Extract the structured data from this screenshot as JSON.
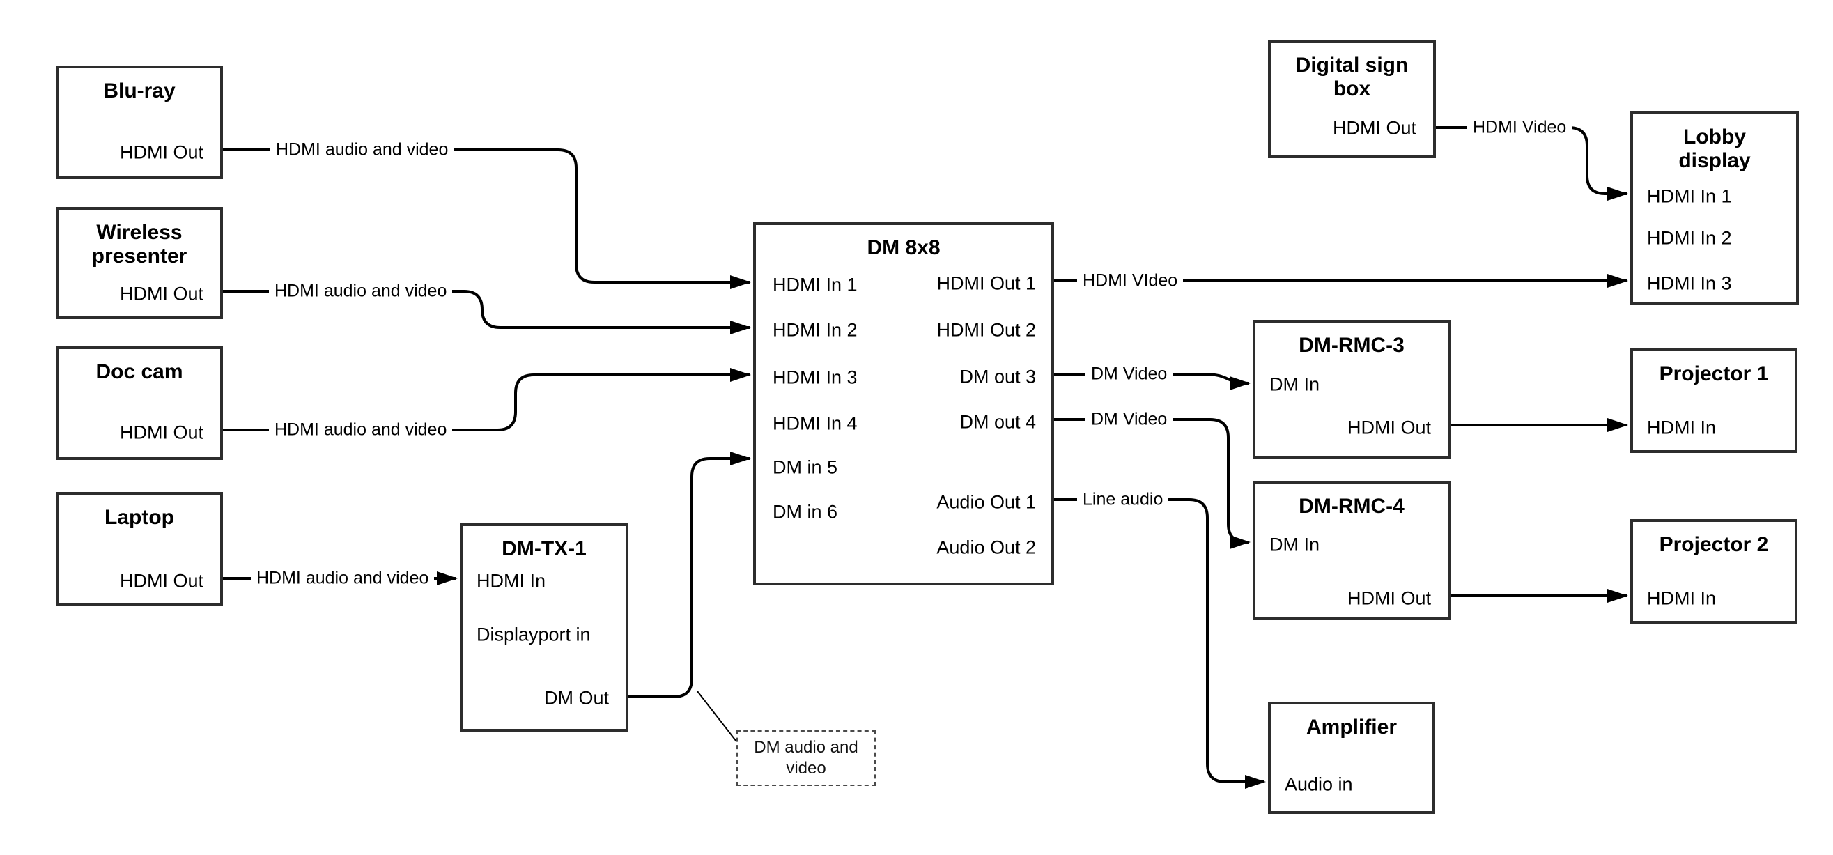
{
  "diagram": {
    "nodes": {
      "bluray": {
        "title": "Blu-ray",
        "port": "HDMI Out"
      },
      "wireless": {
        "title": "Wireless presenter",
        "port": "HDMI Out"
      },
      "doccam": {
        "title": "Doc cam",
        "port": "HDMI Out"
      },
      "laptop": {
        "title": "Laptop",
        "port": "HDMI Out"
      },
      "dmtx1": {
        "title": "DM-TX-1",
        "ports": [
          "HDMI In",
          "Displayport in",
          "DM Out"
        ]
      },
      "dm8x8": {
        "title": "DM 8x8",
        "left_ports": [
          "HDMI In 1",
          "HDMI In 2",
          "HDMI In 3",
          "HDMI In 4",
          "DM in 5",
          "DM in 6"
        ],
        "right_ports": [
          "HDMI Out 1",
          "HDMI Out 2",
          "DM out 3",
          "DM out 4",
          "Audio Out 1",
          "Audio Out 2"
        ]
      },
      "digital_sign": {
        "title": "Digital sign box",
        "port": "HDMI Out"
      },
      "lobby": {
        "title": "Lobby display",
        "ports": [
          "HDMI In 1",
          "HDMI In 2",
          "HDMI In 3"
        ]
      },
      "rmc3": {
        "title": "DM-RMC-3",
        "ports": [
          "DM In",
          "HDMI Out"
        ]
      },
      "proj1": {
        "title": "Projector 1",
        "port": "HDMI In"
      },
      "rmc4": {
        "title": "DM-RMC-4",
        "ports": [
          "DM In",
          "HDMI Out"
        ]
      },
      "proj2": {
        "title": "Projector 2",
        "port": "HDMI In"
      },
      "amplifier": {
        "title": "Amplifier",
        "port": "Audio in"
      }
    },
    "edge_labels": {
      "bluray_dm": "HDMI audio and video",
      "wireless_dm": "HDMI audio and video",
      "doccam_dm": "HDMI audio and video",
      "laptop_tx": "HDMI audio and video",
      "out1_lobby": "HDMI VIdeo",
      "sign_lobby": "HDMI Video",
      "out3_rmc3": "DM Video",
      "out4_rmc4": "DM Video",
      "audio1_amp": "Line audio",
      "tx_dm_callout": "DM audio and video"
    },
    "colors": {
      "line": "#000000",
      "box_border": "#2d2d2d",
      "background": "#ffffff"
    }
  }
}
